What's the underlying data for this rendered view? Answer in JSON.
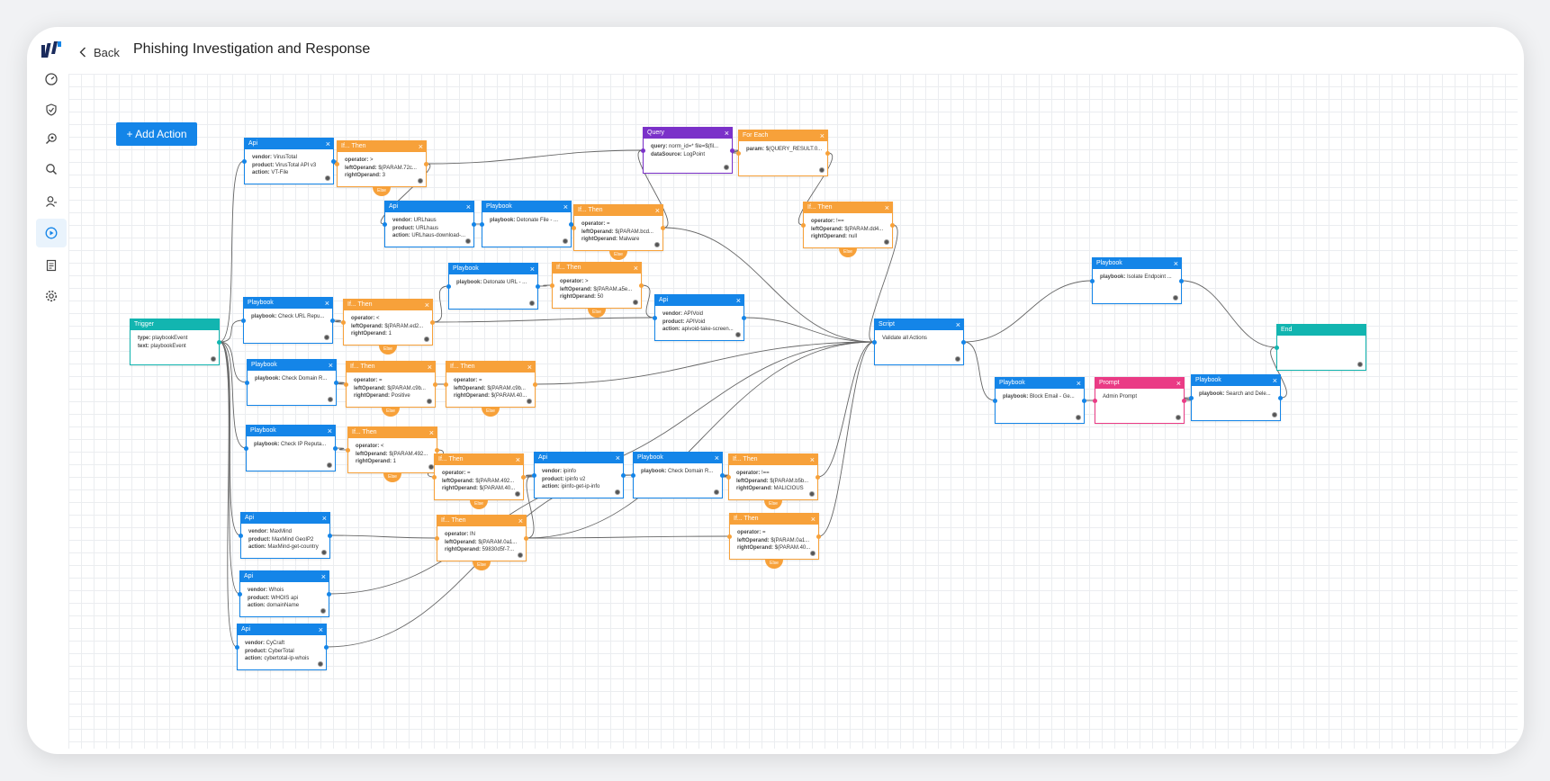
{
  "header": {
    "back_label": "Back",
    "title": "Phishing Investigation and Response"
  },
  "toolbar": {
    "add_action_label": "+ Add Action"
  },
  "sidebar": {
    "items": [
      {
        "icon": "dashboard-icon",
        "active": false
      },
      {
        "icon": "shield-check-icon",
        "active": false
      },
      {
        "icon": "investigate-icon",
        "active": false
      },
      {
        "icon": "search-icon",
        "active": false
      },
      {
        "icon": "users-icon",
        "active": false
      },
      {
        "icon": "playbook-play-icon",
        "active": true
      },
      {
        "icon": "report-icon",
        "active": false
      },
      {
        "icon": "settings-icon",
        "active": false
      }
    ]
  },
  "colors": {
    "api": "#1485e8",
    "if": "#f7a13a",
    "query": "#7b31c9",
    "trigger": "#12b5b0",
    "end": "#12b5b0",
    "prompt": "#ea3b85",
    "edge": "#666666"
  },
  "canvas": {
    "else_label": "Else",
    "nodes": [
      {
        "id": "trigger",
        "type": "trigger",
        "title": "Trigger",
        "rows": [
          {
            "k": "type:",
            "v": "playbookEvent"
          },
          {
            "k": "text:",
            "v": "playbookEvent"
          }
        ]
      },
      {
        "id": "api_vt",
        "type": "api",
        "title": "Api",
        "rows": [
          {
            "k": "vendor:",
            "v": "VirusTotal"
          },
          {
            "k": "product:",
            "v": "VirusTotal API v3"
          },
          {
            "k": "action:",
            "v": "VT-File"
          }
        ]
      },
      {
        "id": "if1",
        "type": "if",
        "title": "If... Then",
        "rows": [
          {
            "k": "operator:",
            "v": ">"
          },
          {
            "k": "leftOperand:",
            "v": "$(PARAM.72c..."
          },
          {
            "k": "rightOperand:",
            "v": "3"
          }
        ]
      },
      {
        "id": "api_urlhaus",
        "type": "api",
        "title": "Api",
        "rows": [
          {
            "k": "vendor:",
            "v": "URLhaus"
          },
          {
            "k": "product:",
            "v": "URLhaus"
          },
          {
            "k": "action:",
            "v": "URLhaus-download-..."
          }
        ]
      },
      {
        "id": "pb_detfile",
        "type": "api",
        "title": "Playbook",
        "rows": [
          {
            "k": "playbook:",
            "v": "Detonate File - ..."
          }
        ]
      },
      {
        "id": "if2",
        "type": "if",
        "title": "If... Then",
        "rows": [
          {
            "k": "operator:",
            "v": "="
          },
          {
            "k": "leftOperand:",
            "v": "$(PARAM.bcd..."
          },
          {
            "k": "rightOperand:",
            "v": "Malware"
          }
        ]
      },
      {
        "id": "query",
        "type": "query",
        "title": "Query",
        "rows": [
          {
            "k": "query:",
            "v": "norm_id=* file=$(fil..."
          },
          {
            "k": "dataSource:",
            "v": "LogPoint"
          }
        ]
      },
      {
        "id": "foreach",
        "type": "if",
        "title": "For Each",
        "rows": [
          {
            "k": "param:",
            "v": "$(QUERY_RESULT.0..."
          }
        ]
      },
      {
        "id": "if3",
        "type": "if",
        "title": "If... Then",
        "rows": [
          {
            "k": "operator:",
            "v": "!=="
          },
          {
            "k": "leftOperand:",
            "v": "$(PARAM.dd4..."
          },
          {
            "k": "rightOperand:",
            "v": "null"
          }
        ]
      },
      {
        "id": "pb_deturl",
        "type": "api",
        "title": "Playbook",
        "rows": [
          {
            "k": "playbook:",
            "v": "Detonate URL - ..."
          }
        ]
      },
      {
        "id": "if4",
        "type": "if",
        "title": "If... Then",
        "rows": [
          {
            "k": "operator:",
            "v": ">"
          },
          {
            "k": "leftOperand:",
            "v": "$(PARAM.a5e..."
          },
          {
            "k": "rightOperand:",
            "v": "50"
          }
        ]
      },
      {
        "id": "api_apivoid",
        "type": "api",
        "title": "Api",
        "rows": [
          {
            "k": "vendor:",
            "v": "APIVoid"
          },
          {
            "k": "product:",
            "v": "APIVoid"
          },
          {
            "k": "action:",
            "v": "apivoid-take-screen..."
          }
        ]
      },
      {
        "id": "pb_urlrep",
        "type": "api",
        "title": "Playbook",
        "rows": [
          {
            "k": "playbook:",
            "v": "Check URL Repu..."
          }
        ]
      },
      {
        "id": "if5",
        "type": "if",
        "title": "If... Then",
        "rows": [
          {
            "k": "operator:",
            "v": "<"
          },
          {
            "k": "leftOperand:",
            "v": "$(PARAM.ed2..."
          },
          {
            "k": "rightOperand:",
            "v": "1"
          }
        ]
      },
      {
        "id": "pb_domrep",
        "type": "api",
        "title": "Playbook",
        "rows": [
          {
            "k": "playbook:",
            "v": "Check Domain R..."
          }
        ]
      },
      {
        "id": "if6",
        "type": "if",
        "title": "If... Then",
        "rows": [
          {
            "k": "operator:",
            "v": "="
          },
          {
            "k": "leftOperand:",
            "v": "$(PARAM.c9b..."
          },
          {
            "k": "rightOperand:",
            "v": "Positive"
          }
        ]
      },
      {
        "id": "if7",
        "type": "if",
        "title": "If... Then",
        "rows": [
          {
            "k": "operator:",
            "v": "="
          },
          {
            "k": "leftOperand:",
            "v": "$(PARAM.c9b..."
          },
          {
            "k": "rightOperand:",
            "v": "$(PARAM.40..."
          }
        ]
      },
      {
        "id": "pb_iprep",
        "type": "api",
        "title": "Playbook",
        "rows": [
          {
            "k": "playbook:",
            "v": "Check IP Reputa..."
          }
        ]
      },
      {
        "id": "if8",
        "type": "if",
        "title": "If... Then",
        "rows": [
          {
            "k": "operator:",
            "v": "<"
          },
          {
            "k": "leftOperand:",
            "v": "$(PARAM.492..."
          },
          {
            "k": "rightOperand:",
            "v": "1"
          }
        ]
      },
      {
        "id": "if9",
        "type": "if",
        "title": "If... Then",
        "rows": [
          {
            "k": "operator:",
            "v": "="
          },
          {
            "k": "leftOperand:",
            "v": "$(PARAM.492..."
          },
          {
            "k": "rightOperand:",
            "v": "$(PARAM.40..."
          }
        ]
      },
      {
        "id": "api_ipinfo",
        "type": "api",
        "title": "Api",
        "rows": [
          {
            "k": "vendor:",
            "v": "ipinfo"
          },
          {
            "k": "product:",
            "v": "ipinfo v2"
          },
          {
            "k": "action:",
            "v": "ipinfo-get-ip-info"
          }
        ]
      },
      {
        "id": "pb_domrep2",
        "type": "api",
        "title": "Playbook",
        "rows": [
          {
            "k": "playbook:",
            "v": "Check Domain R..."
          }
        ]
      },
      {
        "id": "if10",
        "type": "if",
        "title": "If... Then",
        "rows": [
          {
            "k": "operator:",
            "v": "!=="
          },
          {
            "k": "leftOperand:",
            "v": "$(PARAM.b5b..."
          },
          {
            "k": "rightOperand:",
            "v": "MALICIOUS"
          }
        ]
      },
      {
        "id": "api_maxmind",
        "type": "api",
        "title": "Api",
        "rows": [
          {
            "k": "vendor:",
            "v": "MaxMind"
          },
          {
            "k": "product:",
            "v": "MaxMind GeoIP2"
          },
          {
            "k": "action:",
            "v": "MaxMind-get-country"
          }
        ]
      },
      {
        "id": "if11",
        "type": "if",
        "title": "If... Then",
        "rows": [
          {
            "k": "operator:",
            "v": "IN"
          },
          {
            "k": "leftOperand:",
            "v": "$(PARAM.0a1..."
          },
          {
            "k": "rightOperand:",
            "v": "59830d5f-7..."
          }
        ]
      },
      {
        "id": "if12",
        "type": "if",
        "title": "If... Then",
        "rows": [
          {
            "k": "operator:",
            "v": "="
          },
          {
            "k": "leftOperand:",
            "v": "$(PARAM.0a1..."
          },
          {
            "k": "rightOperand:",
            "v": "$(PARAM.40..."
          }
        ]
      },
      {
        "id": "api_whois",
        "type": "api",
        "title": "Api",
        "rows": [
          {
            "k": "vendor:",
            "v": "Whois"
          },
          {
            "k": "product:",
            "v": "WHOIS api"
          },
          {
            "k": "action:",
            "v": "domainName"
          }
        ]
      },
      {
        "id": "api_cycraft",
        "type": "api",
        "title": "Api",
        "rows": [
          {
            "k": "vendor:",
            "v": "CyCraft"
          },
          {
            "k": "product:",
            "v": "CyberTotal"
          },
          {
            "k": "action:",
            "v": "cybertotal-ip-whois"
          }
        ]
      },
      {
        "id": "script",
        "type": "api",
        "title": "Script",
        "rows": [
          {
            "k": "",
            "v": "Validate all Actions"
          }
        ]
      },
      {
        "id": "pb_isolate",
        "type": "api",
        "title": "Playbook",
        "rows": [
          {
            "k": "playbook:",
            "v": "Isolate Endpoint ..."
          }
        ]
      },
      {
        "id": "pb_block",
        "type": "api",
        "title": "Playbook",
        "rows": [
          {
            "k": "playbook:",
            "v": "Block Email - Ge..."
          }
        ]
      },
      {
        "id": "prompt",
        "type": "prompt",
        "title": "Prompt",
        "rows": [
          {
            "k": "",
            "v": "Admin Prompt"
          }
        ]
      },
      {
        "id": "pb_search",
        "type": "api",
        "title": "Playbook",
        "rows": [
          {
            "k": "playbook:",
            "v": "Search and Dele..."
          }
        ]
      },
      {
        "id": "end",
        "type": "end",
        "title": "End",
        "rows": []
      }
    ],
    "edges": [
      [
        "trigger",
        "api_vt"
      ],
      [
        "trigger",
        "pb_urlrep"
      ],
      [
        "trigger",
        "pb_domrep"
      ],
      [
        "trigger",
        "pb_iprep"
      ],
      [
        "trigger",
        "api_maxmind"
      ],
      [
        "trigger",
        "api_whois"
      ],
      [
        "trigger",
        "api_cycraft"
      ],
      [
        "api_vt",
        "if1"
      ],
      [
        "if1",
        "query"
      ],
      [
        "if1",
        "api_urlhaus"
      ],
      [
        "api_urlhaus",
        "pb_detfile"
      ],
      [
        "pb_detfile",
        "if2"
      ],
      [
        "if2",
        "query"
      ],
      [
        "query",
        "foreach"
      ],
      [
        "foreach",
        "if3"
      ],
      [
        "if3",
        "script"
      ],
      [
        "pb_urlrep",
        "if5"
      ],
      [
        "if5",
        "pb_deturl"
      ],
      [
        "pb_deturl",
        "if4"
      ],
      [
        "if4",
        "api_apivoid"
      ],
      [
        "if5",
        "api_apivoid"
      ],
      [
        "api_apivoid",
        "script"
      ],
      [
        "pb_domrep",
        "if6"
      ],
      [
        "if6",
        "if7"
      ],
      [
        "if7",
        "script"
      ],
      [
        "pb_iprep",
        "if8"
      ],
      [
        "if8",
        "if9"
      ],
      [
        "if9",
        "api_ipinfo"
      ],
      [
        "api_ipinfo",
        "pb_domrep2"
      ],
      [
        "pb_domrep2",
        "if10"
      ],
      [
        "if10",
        "script"
      ],
      [
        "api_maxmind",
        "if11"
      ],
      [
        "if11",
        "api_ipinfo"
      ],
      [
        "if11",
        "if12"
      ],
      [
        "if12",
        "script"
      ],
      [
        "api_whois",
        "pb_domrep2"
      ],
      [
        "api_cycraft",
        "pb_domrep2"
      ],
      [
        "if2",
        "script"
      ],
      [
        "if9",
        "script"
      ],
      [
        "if11",
        "script"
      ],
      [
        "script",
        "pb_isolate"
      ],
      [
        "script",
        "pb_block"
      ],
      [
        "pb_block",
        "prompt"
      ],
      [
        "prompt",
        "pb_search"
      ],
      [
        "pb_search",
        "end"
      ],
      [
        "pb_isolate",
        "end"
      ]
    ]
  }
}
